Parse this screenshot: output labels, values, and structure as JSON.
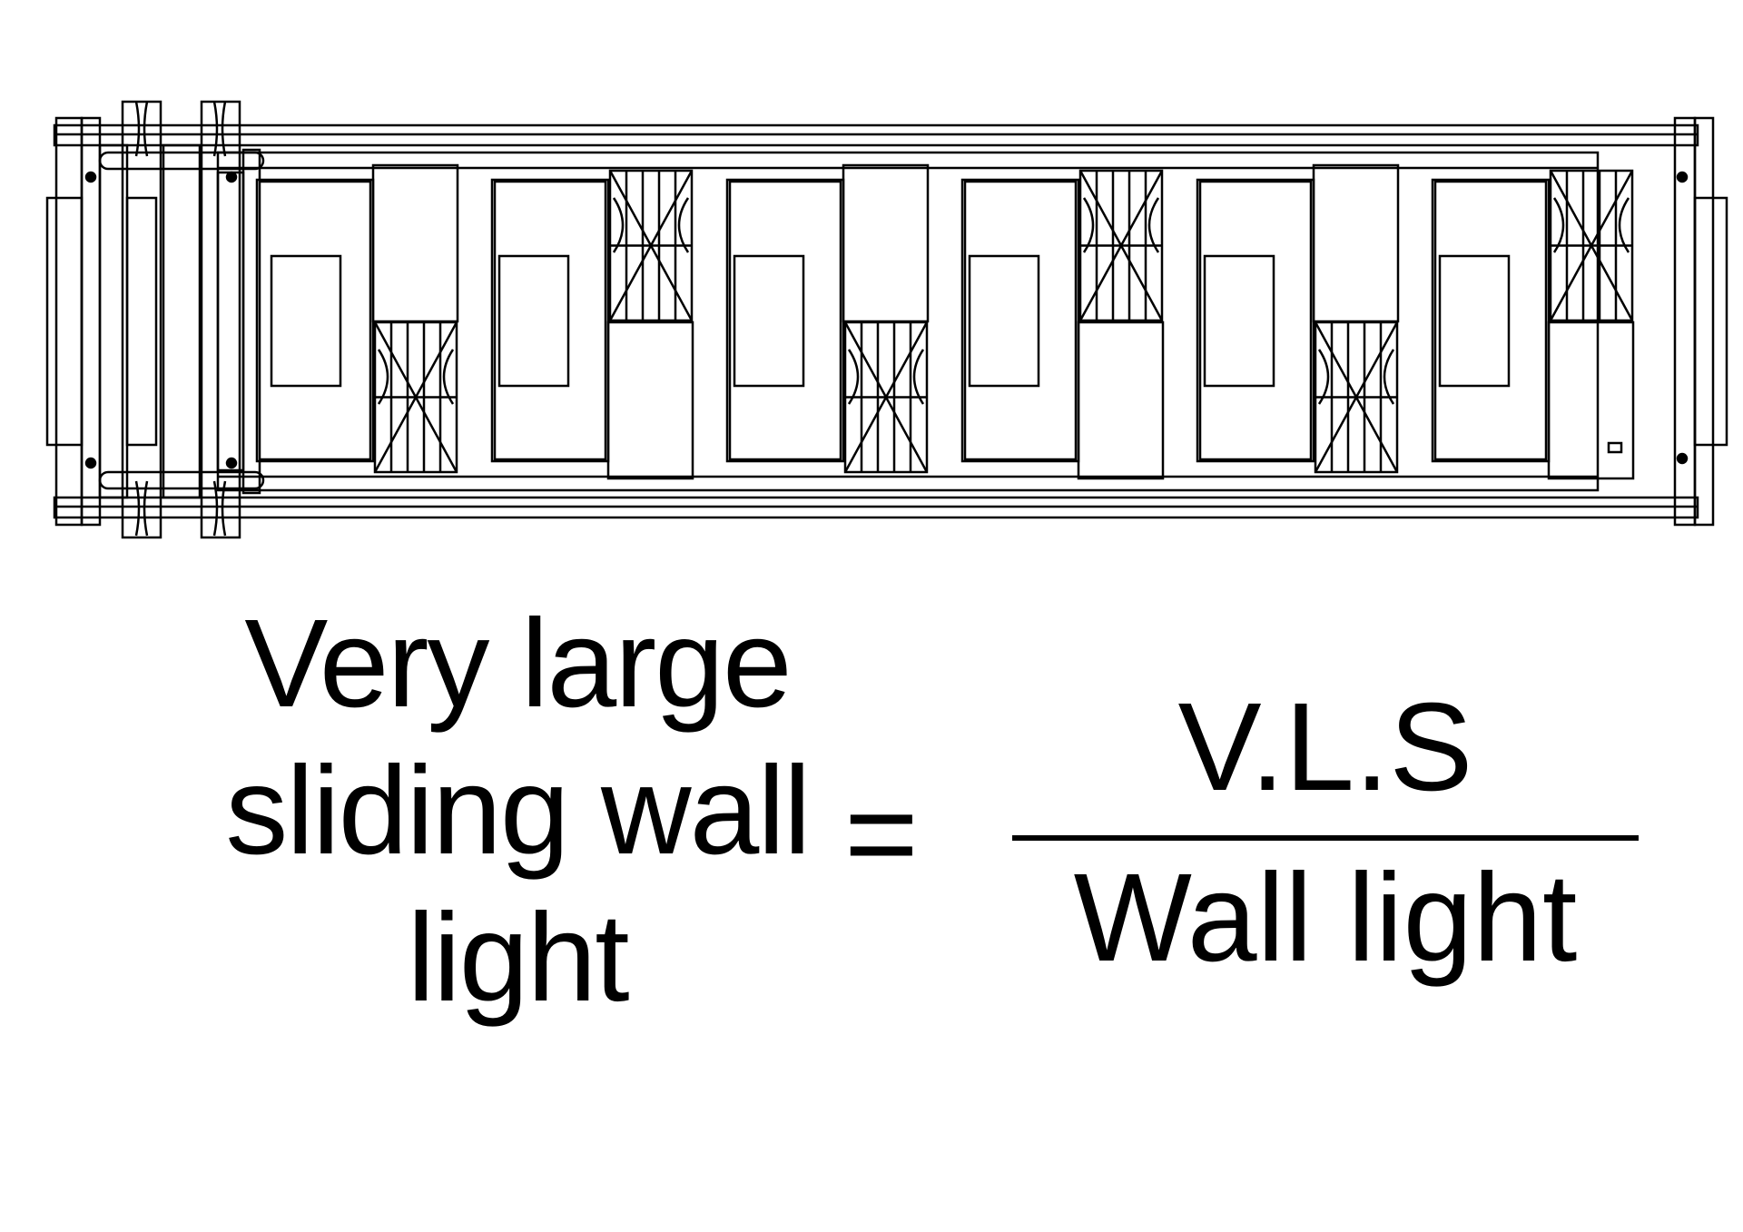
{
  "equation": {
    "lhs_lines": [
      "Very large",
      "sliding wall",
      "light"
    ],
    "equals_sign": "=",
    "numerator": "V.L.S",
    "denominator": "Wall light"
  },
  "drawing": {
    "stroke_color": "#000000",
    "fill_color": "#ffffff",
    "panel_count": 6,
    "truss_group_count": 6
  }
}
